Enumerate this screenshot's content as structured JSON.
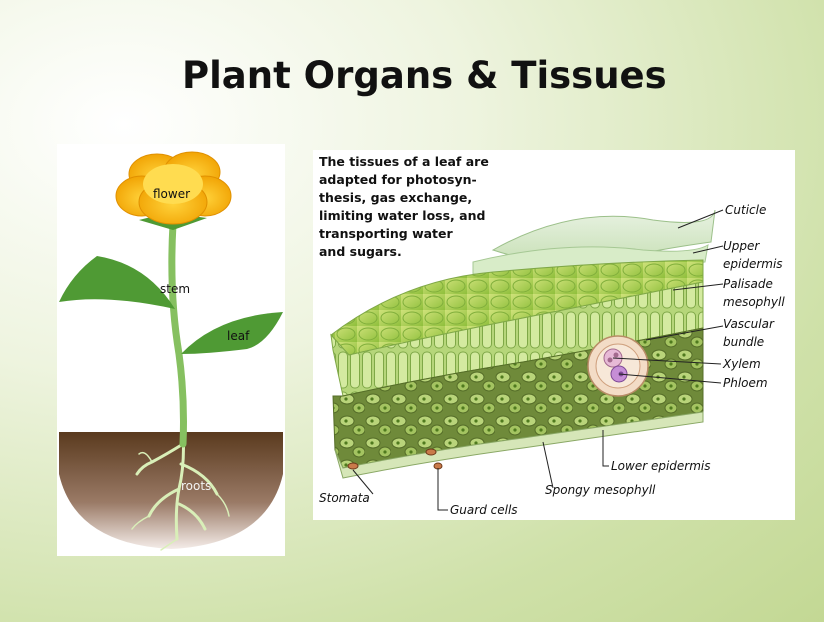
{
  "slide": {
    "title": "Plant Organs & Tissues"
  },
  "plant_diagram": {
    "labels": {
      "flower": "flower",
      "stem": "stem",
      "leaf": "leaf",
      "roots": "roots"
    }
  },
  "leaf_diagram": {
    "description_lines": [
      "The tissues of a leaf are",
      "adapted for photosyn-",
      "thesis, gas exchange,",
      "limiting water loss, and",
      "transporting water",
      "and sugars."
    ],
    "labels": {
      "cuticle": "Cuticle",
      "upper_epidermis_1": "Upper",
      "upper_epidermis_2": "epidermis",
      "palisade_1": "Palisade",
      "palisade_2": "mesophyll",
      "vascular_1": "Vascular",
      "vascular_2": "bundle",
      "xylem": "Xylem",
      "phloem": "Phloem",
      "lower_epidermis": "Lower epidermis",
      "spongy": "Spongy mesophyll",
      "stomata": "Stomata",
      "guard_cells": "Guard cells"
    }
  }
}
